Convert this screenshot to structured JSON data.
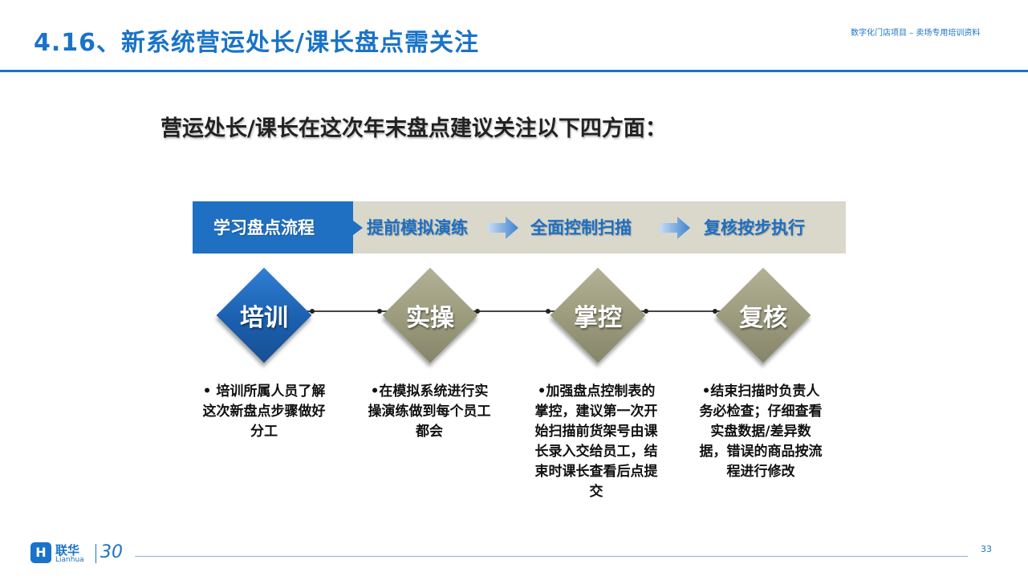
{
  "header": {
    "title": "4.16、新系统营运处长/课长盘点需关注",
    "tag": "数字化门店项目 – 卖场专用培训资料"
  },
  "lead": "营运处长/课长在这次年末盘点建议关注以下四方面：",
  "flow": {
    "steps": [
      "学习盘点流程",
      "提前模拟演练",
      "全面控制扫描",
      "复核按步执行"
    ],
    "active_index": 0,
    "arrow_icon": "chevron-right-arrow-icon"
  },
  "pillars": [
    {
      "label": "培训",
      "desc": "• 培训所属人员了解这次新盘点步骤做好分工"
    },
    {
      "label": "实操",
      "desc": "•在模拟系统进行实操演练做到每个员工都会"
    },
    {
      "label": "掌控",
      "desc": "•加强盘点控制表的掌控，建议第一次开始扫描前货架号由课长录入交给员工，结束时课长查看后点提交"
    },
    {
      "label": "复核",
      "desc": "•结束扫描时负责人务必检查；仔细查看实盘数据/差异数据，错误的商品按流程进行修改"
    }
  ],
  "footer": {
    "logo_mark": "H",
    "logo_cn": "联华",
    "logo_en": "Lianhua",
    "logo_30": "30",
    "page_number": "33"
  },
  "colors": {
    "accent_blue": "#1a73c8",
    "bar_active": "#1f6fc2",
    "bar_bg": "#d9d8cb",
    "diamond_olive": "#9b9a7c"
  }
}
